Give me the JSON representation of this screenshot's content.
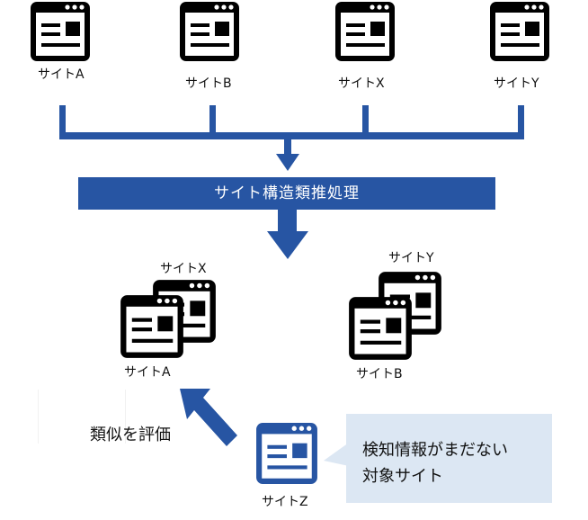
{
  "top_sites": [
    {
      "label": "サイトA"
    },
    {
      "label": "サイトB"
    },
    {
      "label": "サイトX"
    },
    {
      "label": "サイトY"
    }
  ],
  "process": {
    "label": "サイト構造類推処理"
  },
  "clusters": [
    {
      "front_label": "サイトA",
      "back_label": "サイトX"
    },
    {
      "front_label": "サイトB",
      "back_label": "サイトY"
    }
  ],
  "target": {
    "label": "サイトZ"
  },
  "evaluate": {
    "label": "類似を評価"
  },
  "callout": {
    "line1": "検知情報がまだない",
    "line2": "対象サイト"
  },
  "colors": {
    "accent": "#2755a3",
    "callout_bg": "#dce7f3",
    "icon": "#000000"
  }
}
